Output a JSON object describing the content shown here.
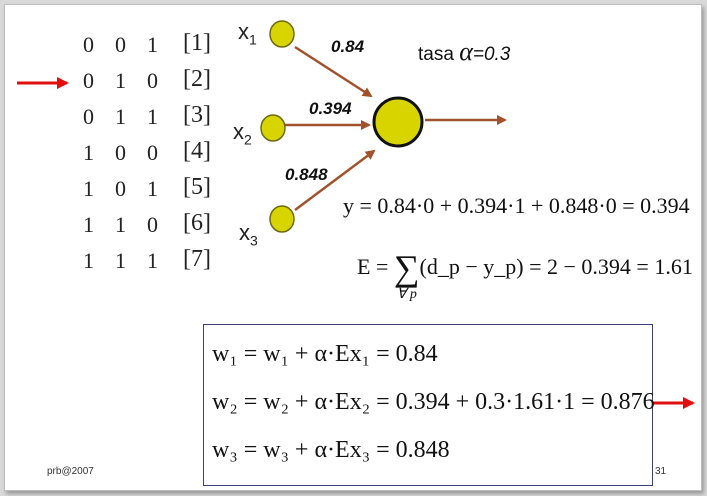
{
  "table": {
    "rows": [
      {
        "a": "0",
        "b": "0",
        "c": "1",
        "idx": "[1]"
      },
      {
        "a": "0",
        "b": "1",
        "c": "0",
        "idx": "[2]"
      },
      {
        "a": "0",
        "b": "1",
        "c": "1",
        "idx": "[3]"
      },
      {
        "a": "1",
        "b": "0",
        "c": "0",
        "idx": "[4]"
      },
      {
        "a": "1",
        "b": "0",
        "c": "1",
        "idx": "[5]"
      },
      {
        "a": "1",
        "b": "1",
        "c": "0",
        "idx": "[6]"
      },
      {
        "a": "1",
        "b": "1",
        "c": "1",
        "idx": "[7]"
      }
    ],
    "highlighted_row": 2
  },
  "network": {
    "inputs": [
      {
        "label": "x",
        "sub": "1"
      },
      {
        "label": "x",
        "sub": "2"
      },
      {
        "label": "x",
        "sub": "3"
      }
    ],
    "weights": [
      "0.84",
      "0.394",
      "0.848"
    ],
    "rate_label": "tasa",
    "rate_symbol": "α",
    "rate_value": "=0.3"
  },
  "equations": {
    "y_eq": "y = 0.84·0 + 0.394·1 + 0.848·0 = 0.394",
    "E_lhs": "E = ",
    "E_sigma": "∑",
    "E_sigma_sub": "∀ p",
    "E_rhs": "(d_p − y_p) = 2 − 0.394 = 1.61",
    "w1": "w₁ = w₁ + α·Ex₁ = 0.84",
    "w2": "w₂ = w₂ + α·Ex₂ = 0.394 + 0.3·1.61·1 = 0.876",
    "w3": "w₃ = w₃ + α·Ex₃ = 0.848"
  },
  "footer": {
    "left": "prb@2007",
    "right": "31"
  },
  "colors": {
    "node_fill": "#d8d400",
    "node_stroke": "#6e6a10",
    "arrow": "#a0522d",
    "red_arrow": "#e01010",
    "box_border": "#3a3f7a"
  }
}
